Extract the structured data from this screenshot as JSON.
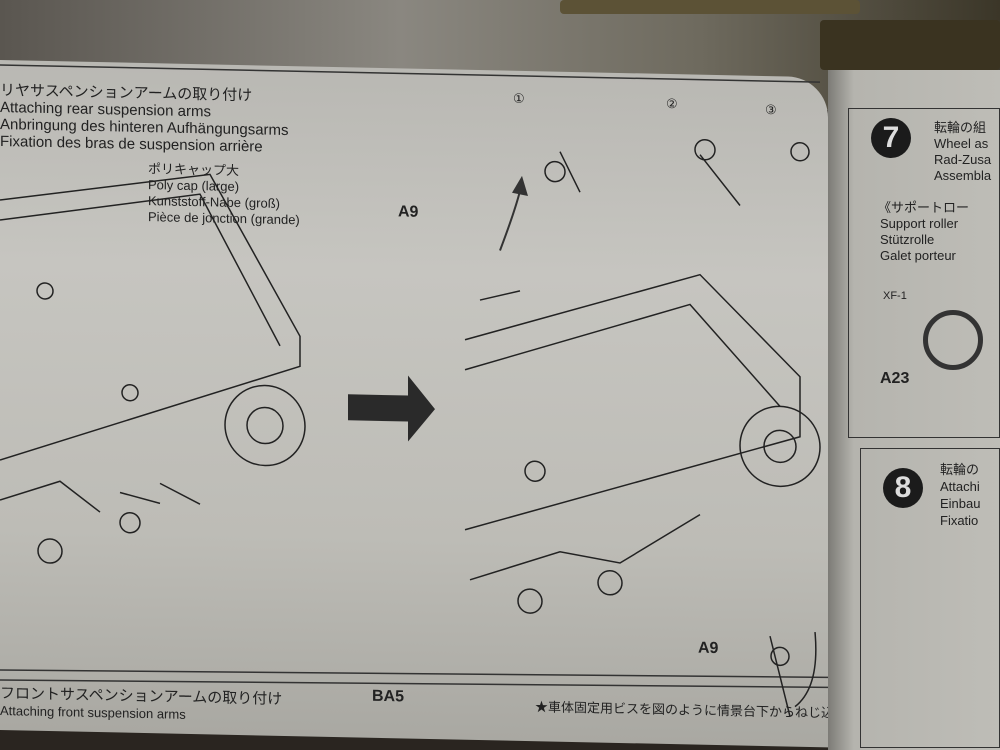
{
  "rear_section": {
    "title_jp": "リヤサスペンションアームの取り付け",
    "title_en": "Attaching rear suspension arms",
    "title_de": "Anbringung des hinteren Aufhängungsarms",
    "title_fr": "Fixation des bras de suspension arrière",
    "part_jp": "ポリキャップ大",
    "part_en": "Poly cap (large)",
    "part_de": "Kunststoff-Nabe (groß)",
    "part_fr": "Pièce de jonction (grande)",
    "step_markers": [
      "①",
      "②",
      "③"
    ],
    "part_label_top": "A9",
    "part_label_bottom": "A9"
  },
  "step7": {
    "number": "7",
    "title_jp": "転輪の組",
    "title_en": "Wheel as",
    "title_de": "Rad-Zusa",
    "title_fr": "Assembla",
    "sub_jp": "《サポートロー",
    "sub_en": "Support roller",
    "sub_de": "Stützrolle",
    "sub_fr": "Galet porteur",
    "paint": "XF-1",
    "part": "A23"
  },
  "step8": {
    "number": "8",
    "title_jp": "転輪の",
    "title_en": "Attachi",
    "title_de": "Einbau",
    "title_fr": "Fixatio"
  },
  "front_section": {
    "title_jp": "フロントサスペンションアームの取り付け",
    "title_en": "Attaching front suspension arms",
    "part": "BA5",
    "note_jp": "★車体固定用ビスを図のように情景台下からねじ込み"
  }
}
